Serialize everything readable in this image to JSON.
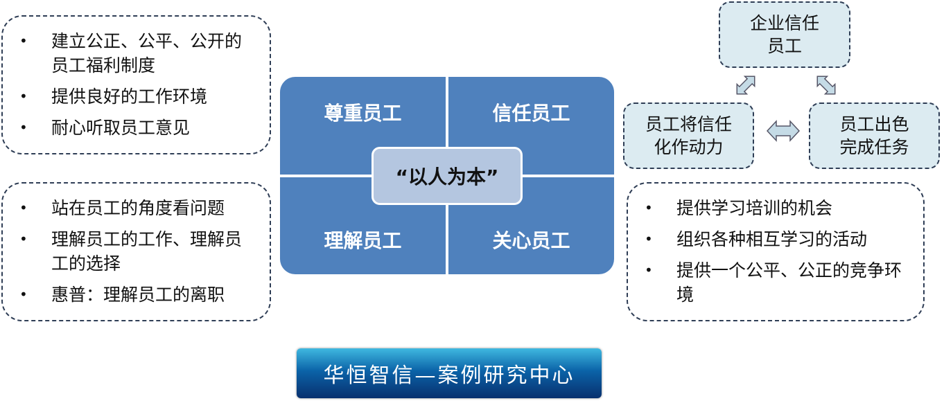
{
  "left_top": [
    "建立公正、公平、公开的员工福利制度",
    "提供良好的工作环境",
    "耐心听取员工意见"
  ],
  "left_bottom": [
    "站在员工的角度看问题",
    "理解员工的工作、理解员工的选择",
    "惠普：理解员工的离职"
  ],
  "center": {
    "q1": "尊重员工",
    "q2": "信任员工",
    "q3": "理解员工",
    "q4": "关心员工",
    "core": "“以人为本”"
  },
  "cycle": {
    "top": "企业信任员工",
    "left": "员工将信任化作动力",
    "right": "员工出色完成任务"
  },
  "right_bottom": [
    "提供学习培训的机会",
    "组织各种相互学习的活动",
    "提供一个公平、公正的竞争环境"
  ],
  "bullet": "•",
  "banner": "华恒智信—案例研究中心"
}
